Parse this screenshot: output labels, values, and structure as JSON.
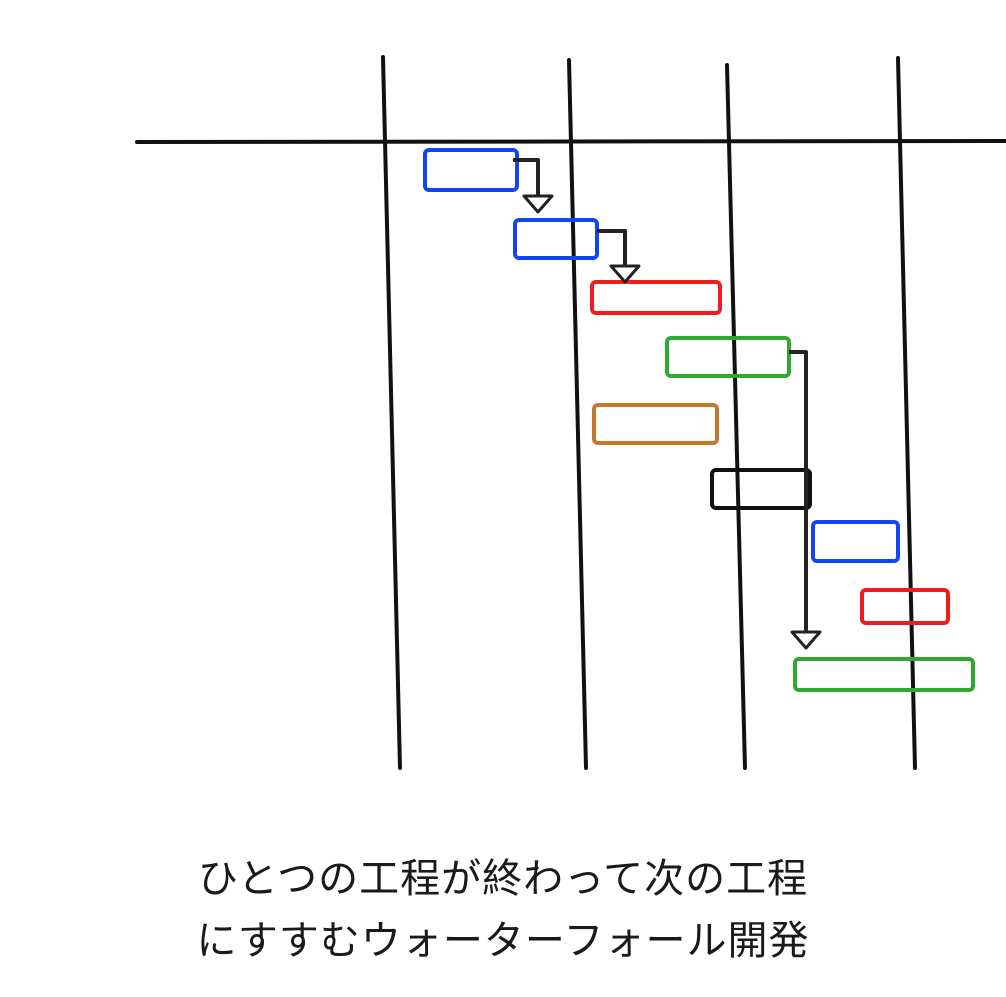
{
  "caption": {
    "line1": "ひとつの工程が終わって次の工程",
    "line2": "にすすむウォーターフォール開発"
  },
  "colors": {
    "grid": "#111111",
    "arrow": "#222222",
    "blue": "#1246f5",
    "red": "#f01c1c",
    "green": "#2ea82e",
    "orange": "#c4782a",
    "black": "#111111"
  },
  "tasks": [
    {
      "color": "blue"
    },
    {
      "color": "blue"
    },
    {
      "color": "red"
    },
    {
      "color": "green"
    },
    {
      "color": "orange"
    },
    {
      "color": "black"
    },
    {
      "color": "blue"
    },
    {
      "color": "red"
    },
    {
      "color": "green"
    }
  ],
  "dependencies": [
    {
      "from": 1,
      "to": 2
    },
    {
      "from": 2,
      "to": 3
    },
    {
      "from": 4,
      "to": 9
    }
  ]
}
